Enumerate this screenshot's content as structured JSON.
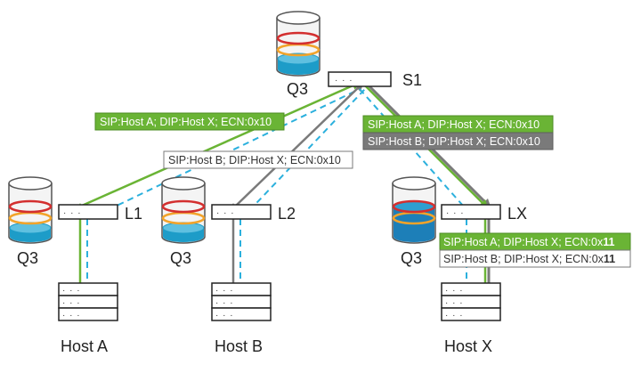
{
  "colors": {
    "green": "#6ab435",
    "gray": "#7a7a7a",
    "dashed_blue": "#2bb0dd",
    "queue_red": "#d32f2f",
    "queue_orange": "#f2a32a",
    "queue_blue": "#1d9cc8",
    "queue_dark_blue": "#1c6ea4"
  },
  "nodes": {
    "spine": {
      "label": "S1",
      "queue_label": "Q3"
    },
    "leaf1": {
      "label": "L1",
      "queue_label": "Q3"
    },
    "leaf2": {
      "label": "L2",
      "queue_label": "Q3"
    },
    "leafx": {
      "label": "LX",
      "queue_label": "Q3"
    },
    "host_a": {
      "label": "Host A"
    },
    "host_b": {
      "label": "Host B"
    },
    "host_x": {
      "label": "Host X"
    }
  },
  "packets": {
    "a_to_s1": {
      "text": "SIP:Host A; DIP:Host X; ECN:0x10",
      "style": "green"
    },
    "b_to_s1": {
      "text": "SIP:Host B; DIP:Host X; ECN:0x10",
      "style": "white"
    },
    "a_from_s1": {
      "text": "SIP:Host A; DIP:Host X; ECN:0x10",
      "style": "green"
    },
    "b_from_s1": {
      "text": "SIP:Host B; DIP:Host X; ECN:0x10",
      "style": "gray"
    },
    "a_at_lx": {
      "text_main": "SIP:Host A; DIP:Host X; ECN:0x",
      "text_bold": "11",
      "style": "green"
    },
    "b_at_lx": {
      "text_main": "SIP:Host B; DIP:Host X; ECN:0x",
      "text_bold": "11",
      "style": "white"
    }
  },
  "switch_dots": "· · ·"
}
